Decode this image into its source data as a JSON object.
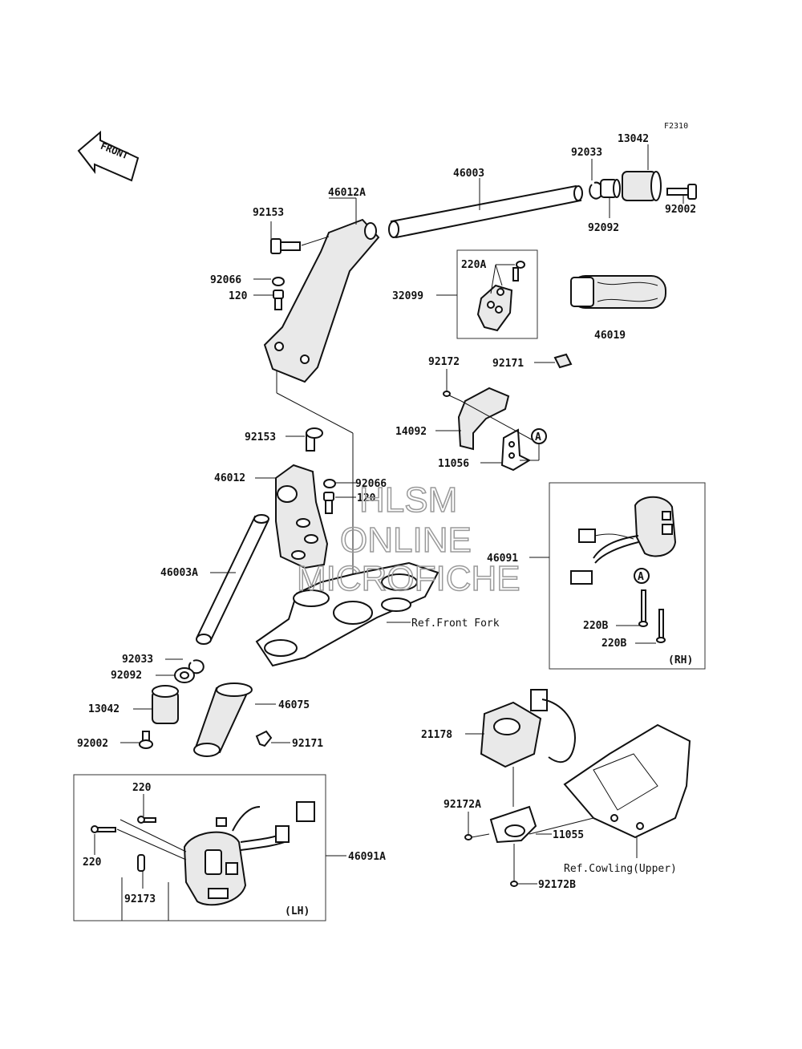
{
  "diagram_code": "F2310",
  "front_arrow": {
    "label": "FRONT",
    "icon": "front-direction-arrow-icon"
  },
  "watermark": {
    "line1": "HLSM",
    "line2": "ONLINE",
    "line3": "MICROFICHE",
    "color": "#9a9a9a"
  },
  "labels": {
    "p46003": "46003",
    "p92033_top": "92033",
    "p13042_top": "13042",
    "p46012A": "46012A",
    "p92153_top": "92153",
    "p92092_top": "92092",
    "p92002_top": "92002",
    "p92066_top": "92066",
    "p120_top": "120",
    "p220A": "220A",
    "p32099": "32099",
    "p46019": "46019",
    "p92172_top": "92172",
    "p92171_top": "92171",
    "p14092": "14092",
    "p11056": "11056",
    "circA_top": "A",
    "p92153_mid": "92153",
    "p46012": "46012",
    "p92066_mid": "92066",
    "p120_mid": "120",
    "p46091": "46091",
    "circA_rh": "A",
    "p220B_1": "220B",
    "p220B_2": "220B",
    "rh": "(RH)",
    "p46003A": "46003A",
    "ref_front_fork": "Ref.Front Fork",
    "p92033_bot": "92033",
    "p92092_bot": "92092",
    "p13042_bot": "13042",
    "p46075": "46075",
    "p92002_bot": "92002",
    "p92171_bot": "92171",
    "p21178": "21178",
    "p220_a": "220",
    "p220_b": "220",
    "p92173": "92173",
    "p46091A": "46091A",
    "lh": "(LH)",
    "p92172A": "92172A",
    "p11055": "11055",
    "ref_cowling": "Ref.Cowling(Upper)",
    "p92172B": "92172B"
  }
}
